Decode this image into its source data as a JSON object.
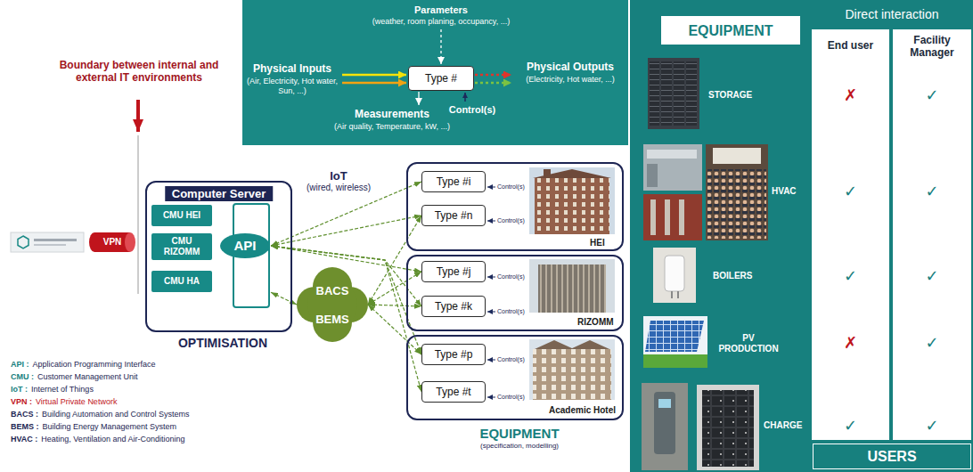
{
  "diagram": {
    "nodes": [
      {
        "text": [
          "Parameters",
          "(weather, room planing, occupancy, ...)",
          "Physical Inputs",
          "(Air, Electricity, Hot water, Sun, ...)",
          "Physical Outputs",
          "(Electricity, Hot water, ...)",
          "Measurements",
          "(Air quality, Temperature, kW, ...)",
          "Control(s)"
        ]
      },
      {
        "text": [
          "Type #"
        ],
        "in": 0
      },
      {
        "text": [
          "VPN"
        ]
      },
      {
        "text": [
          "Computer Server"
        ]
      },
      {
        "text": [
          "CMU HEI"
        ],
        "in": 3
      },
      {
        "text": [
          "CMU RIZOMM"
        ],
        "in": 3
      },
      {
        "text": [
          "CMU HA"
        ],
        "in": 3
      },
      {
        "text": [
          "API"
        ],
        "in": 3
      },
      {
        "text": [
          "BACS",
          "BEMS"
        ]
      },
      {
        "text": [
          "HEI"
        ]
      },
      {
        "text": [
          "Type #i"
        ],
        "in": 9
      },
      {
        "text": [
          "Type #n"
        ],
        "in": 9
      },
      {
        "text": [
          "RIZOMM"
        ]
      },
      {
        "text": [
          "Type #j"
        ],
        "in": 12
      },
      {
        "text": [
          "Type #k"
        ],
        "in": 12
      },
      {
        "text": [
          "Academic Hotel"
        ]
      },
      {
        "text": [
          "Type #p"
        ],
        "in": 15
      },
      {
        "text": [
          "Type #t"
        ],
        "in": 15
      },
      {
        "text": [
          "EQUIPMENT"
        ]
      },
      {
        "text": [
          "USERS"
        ]
      }
    ],
    "edges": [
      {
        "from": 7,
        "to": 10,
        "arrow": "both"
      },
      {
        "from": 7,
        "to": 11,
        "arrow": "both"
      },
      {
        "from": 7,
        "to": 13,
        "arrow": "both"
      },
      {
        "from": 7,
        "to": 14,
        "arrow": "both"
      },
      {
        "from": 7,
        "to": 16,
        "arrow": "both"
      },
      {
        "from": 7,
        "to": 17,
        "arrow": "both"
      },
      {
        "from": 7,
        "to": 8,
        "arrow": "both"
      },
      {
        "from": 8,
        "to": 11,
        "arrow": "both"
      },
      {
        "from": 8,
        "to": 13,
        "arrow": "both"
      },
      {
        "from": 8,
        "to": 14,
        "arrow": "both"
      },
      {
        "from": 8,
        "to": 16,
        "arrow": "both"
      }
    ],
    "labels": [
      "Boundary between internal and external IT environments",
      "IoT",
      "(wired, wireless)",
      "OPTIMISATION",
      "Control(s)",
      "Control(s)",
      "Control(s)",
      "Control(s)",
      "Control(s)",
      "Control(s)",
      "EQUIPMENT",
      "(specification, modelling)",
      "API :",
      "Application Programming Interface",
      "CMU :",
      "Customer Management Unit",
      "IoT :",
      "Internet of Things",
      "VPN :",
      "Virtual Private Network",
      "BACS :",
      "Building Automation and Control Systems",
      "BEMS :",
      "Building Energy Management System",
      "HVAC :",
      "Heating, Ventilation and Air-Conditioning",
      "STORAGE",
      "HVAC",
      "BOILERS",
      "PV PRODUCTION",
      "CHARGE",
      "Direct interaction",
      "End user",
      "Facility Manager",
      "✗",
      "✓",
      "✓",
      "✓",
      "✓",
      "✓",
      "✗",
      "✓",
      "✓",
      "✓"
    ]
  }
}
